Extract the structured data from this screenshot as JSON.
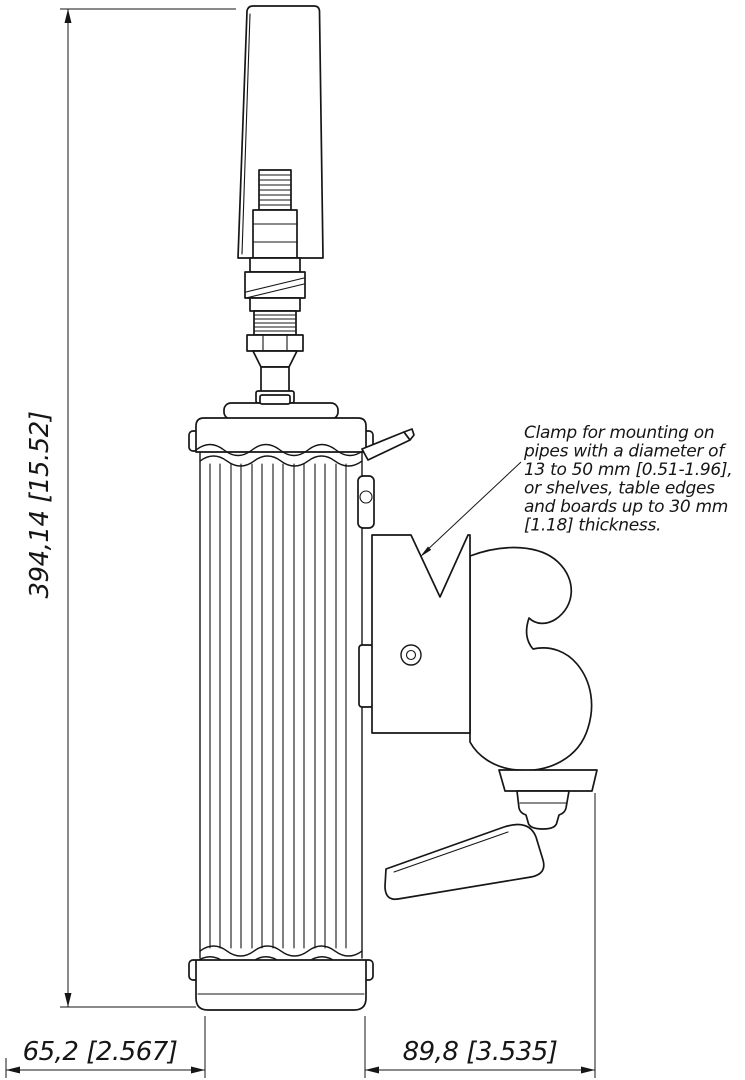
{
  "drawing": {
    "dimensions": {
      "height": "394,14 [15.52]",
      "base_width": "65,2 [2.567]",
      "clamp_width": "89,8 [3.535]"
    },
    "annotation": {
      "lines": [
        "Clamp for mounting on",
        "pipes with a diameter of",
        "13 to 50 mm [0.51-1.96],",
        "or shelves, table edges",
        "and boards up to 30 mm",
        "[1.18] thickness."
      ]
    },
    "colors": {
      "line": "#161616",
      "background": "#ffffff"
    }
  }
}
